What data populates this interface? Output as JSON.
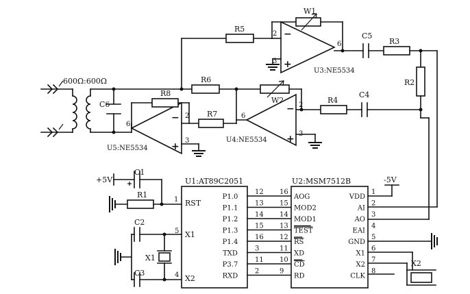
{
  "transformer": {
    "label": "600Ω:600Ω"
  },
  "resistors": {
    "r1": "R1",
    "r2": "R2",
    "r3": "R3",
    "r4": "R4",
    "r5": "R5",
    "r6": "R6",
    "r7": "R7",
    "r8": "R8"
  },
  "pots": {
    "w1": "W1",
    "w2": "W2"
  },
  "caps": {
    "c1": "C1",
    "c2": "C2",
    "c3": "C3",
    "c4": "C4",
    "c5": "C5",
    "c6": "C6"
  },
  "crystals": {
    "x1": "X1",
    "x2": "X2"
  },
  "amps": {
    "u3": "U3:NE5534",
    "u4": "U4:NE5534",
    "u5": "U5:NE5534"
  },
  "amp_pins": {
    "u3_in_minus": "2",
    "u3_in_plus": "3",
    "u3_out": "6",
    "u4_in_minus": "2",
    "u4_in_plus": "3",
    "u4_out": "6",
    "u5_in_minus": "2",
    "u5_in_plus": "3",
    "u5_out": "6"
  },
  "supplies": {
    "plus5": "+5V",
    "minus5": "-5V"
  },
  "u1": {
    "name": "U1:AT89C2051",
    "left_pins": [
      {
        "num": "1",
        "label": "RST"
      },
      {
        "num": "5",
        "label": "X1"
      },
      {
        "num": "4",
        "label": "X2"
      }
    ],
    "right_pins": [
      {
        "num": "12",
        "label": "P1.0"
      },
      {
        "num": "13",
        "label": "P1.1"
      },
      {
        "num": "14",
        "label": "P1.2"
      },
      {
        "num": "15",
        "label": "P1.3"
      },
      {
        "num": "16",
        "label": "P1.4"
      },
      {
        "num": "3",
        "label": "TXD"
      },
      {
        "num": "11",
        "label": "P3.7"
      },
      {
        "num": "2",
        "label": "RXD"
      }
    ]
  },
  "u2": {
    "name": "U2:MSM7512B",
    "left_pins": [
      {
        "num": "16",
        "label": "AOG"
      },
      {
        "num": "15",
        "label": "MOD2"
      },
      {
        "num": "14",
        "label": "MOD1"
      },
      {
        "num": "13",
        "label": "TEST"
      },
      {
        "num": "12",
        "label": "RS"
      },
      {
        "num": "11",
        "label": "XD"
      },
      {
        "num": "10",
        "label": "CD"
      },
      {
        "num": "9",
        "label": "RD"
      }
    ],
    "right_pins": [
      {
        "num": "1",
        "label": "VDD"
      },
      {
        "num": "2",
        "label": "AI"
      },
      {
        "num": "3",
        "label": "AO"
      },
      {
        "num": "4",
        "label": "EAI"
      },
      {
        "num": "5",
        "label": "GND"
      },
      {
        "num": "6",
        "label": "X1"
      },
      {
        "num": "7",
        "label": "X2"
      },
      {
        "num": "8",
        "label": "CLK"
      }
    ]
  }
}
